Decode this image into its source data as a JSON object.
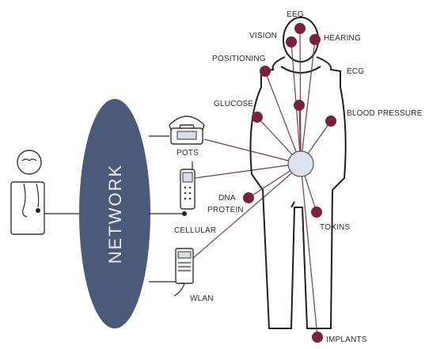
{
  "network_label": "NETWORK",
  "devices": {
    "pots": "POTS",
    "cellular": "CELLULAR",
    "wlan": "WLAN"
  },
  "sensors": {
    "eeg": "EEG",
    "vision": "VISION",
    "hearing": "HEARING",
    "positioning": "POSITIONING",
    "ecg": "ECG",
    "glucose": "GLUCOSE",
    "blood_pressure": "BLOOD PRESSURE",
    "dna_protein_line1": "DNA",
    "dna_protein_line2": "PROTEIN",
    "toxins": "TOXINS",
    "implants": "IMPLANTS"
  },
  "colors": {
    "sensor_node": "#7d1f3e",
    "hub": "#dde3ee",
    "network": "#4a5a78"
  }
}
